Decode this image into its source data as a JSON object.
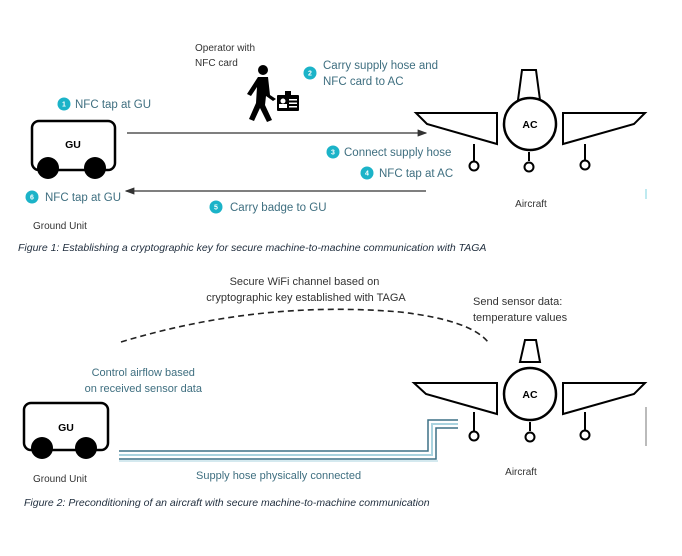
{
  "colors": {
    "label_teal": "#3f6f80",
    "badge_cyan": "#1bb3c8",
    "hose_dark": "#3d7186",
    "hose_light": "#a9d3df",
    "line": "#000000",
    "text_dark": "#333333"
  },
  "figure1": {
    "operator_label": [
      "Operator with",
      "NFC card"
    ],
    "ground_unit_box": "GU",
    "ground_unit_label": "Ground Unit",
    "aircraft_box": "AC",
    "aircraft_label": "Aircraft",
    "steps": [
      {
        "number": "1",
        "text": [
          "NFC tap at GU"
        ]
      },
      {
        "number": "2",
        "text": [
          "Carry supply hose and",
          "NFC card to AC"
        ]
      },
      {
        "number": "3",
        "text": [
          "Connect supply hose"
        ]
      },
      {
        "number": "4",
        "text": [
          "NFC tap at AC"
        ]
      },
      {
        "number": "5",
        "text": [
          "Carry badge to GU"
        ]
      },
      {
        "number": "6",
        "text": [
          "NFC tap at GU"
        ]
      }
    ],
    "caption": "Figure 1: Establishing a cryptographic key for secure machine-to-machine communication with TAGA"
  },
  "figure2": {
    "wifi_label": [
      "Secure WiFi channel based on",
      "cryptographic key established with TAGA"
    ],
    "sensor_label": [
      "Send sensor data:",
      "temperature values"
    ],
    "control_label": [
      "Control airflow based",
      "on received sensor data"
    ],
    "ground_unit_box": "GU",
    "ground_unit_label": "Ground Unit",
    "aircraft_box": "AC",
    "aircraft_label": "Aircraft",
    "hose_label": "Supply hose physically connected",
    "caption": "Figure 2: Preconditioning of an aircraft with secure machine-to-machine communication"
  }
}
